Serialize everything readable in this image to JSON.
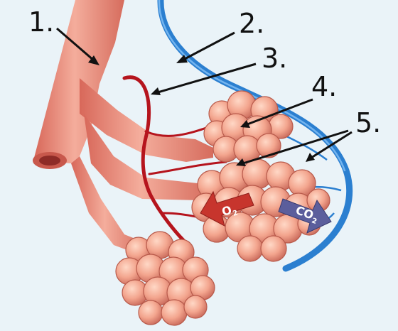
{
  "labels": {
    "l1": "1.",
    "l2": "2.",
    "l3": "3.",
    "l4": "4.",
    "l5": "5."
  },
  "gases": {
    "oxygen": "O",
    "oxygen_sub": "2",
    "carbon_dioxide": "CO",
    "carbon_dioxide_sub": "2"
  },
  "colors": {
    "background": "#eaf3f8",
    "bronchiole": "#e9897a",
    "artery_red": "#b5141d",
    "vein_blue": "#2b7fd0",
    "alveolus": "#f3a58e",
    "o2_arrow": "#c7352d",
    "co2_arrow": "#5b5e9c",
    "pointer": "#111111"
  }
}
